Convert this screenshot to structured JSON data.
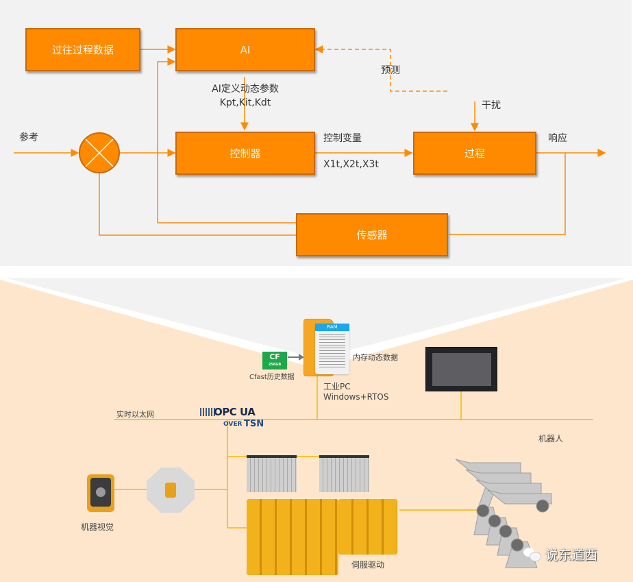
{
  "top_diagram": {
    "blocks": {
      "past_data": "过往过程数据",
      "ai": "AI",
      "controller": "控制器",
      "process": "过程",
      "sensor": "传感器"
    },
    "labels": {
      "ai_params_line1": "AI定义动态参数",
      "ai_params_line2": "Kpt,Kit,Kdt",
      "reference": "参考",
      "prediction": "预测",
      "disturbance": "干扰",
      "control_var": "控制变量",
      "control_values": "X1t,X2t,X3t",
      "response": "响应"
    },
    "colors": {
      "block_fill": "#ff8a00",
      "block_border": "#c86a0c",
      "line": "#ff8a00",
      "background": "#f2f2f2"
    }
  },
  "bottom_diagram": {
    "labels": {
      "cfast": "Cfast历史数据",
      "cf_card": "CF",
      "cf_size": "256GB",
      "ram": "RAM",
      "ram_data": "内存动态数据",
      "ipc_line1": "工业PC",
      "ipc_line2": "Windows+RTOS",
      "ethernet": "实时以太网",
      "opcua": "OPC UA",
      "over": "OVER",
      "tsn": "TSN",
      "robot": "机器人",
      "vision": "机器视觉",
      "servo": "伺服驱动"
    },
    "colors": {
      "background": "#fde6cb",
      "bus_line": "#f5b800"
    }
  },
  "watermark": {
    "text": "说东道西"
  }
}
